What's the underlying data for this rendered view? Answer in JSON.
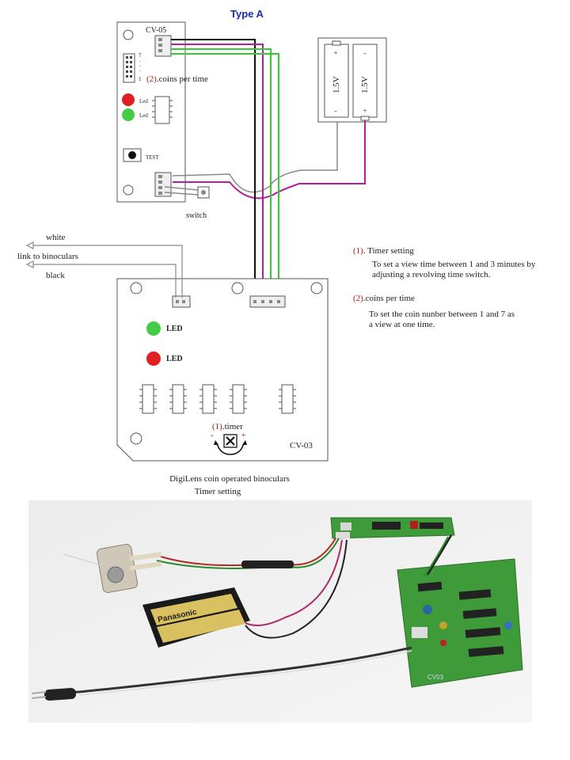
{
  "diagram": {
    "title": "Type A",
    "board_top_label": "CV-05",
    "board_bottom_label": "CV-03",
    "dip_numbers": [
      "7",
      "1"
    ],
    "coins_label_num": "(2)",
    "coins_label_text": ".coins per time",
    "led_small_1": "Led",
    "led_small_2": "Led",
    "test_label": "TEST",
    "switch_label": "switch",
    "battery_1": "1.5V",
    "battery_2": "1.5V",
    "plus": "+",
    "minus": "-",
    "white_label": "white",
    "link_label": "link to binoculars",
    "black_label": "black",
    "led_green_label": "LED",
    "led_red_label": "LED",
    "timer_num": "(1)",
    "timer_text": ".timer",
    "timer_minus": "-",
    "timer_plus": "+",
    "caption_line1": "DigiLens coin operated binoculars",
    "caption_line2": "Timer setting"
  },
  "notes": {
    "n1_num": "(1)",
    "n1_title": ". Timer setting",
    "n1_line1": "To set a view time between 1 and 3 minutes by",
    "n1_line2": "adjusting a revolving time switch.",
    "n2_num": "(2)",
    "n2_title": ".coins per time",
    "n2_line1": "To set the coin nunber between 1 and 7 as",
    "n2_line2": "a view at one time."
  },
  "photo": {
    "battery_brand": "Panasonic",
    "board_label": "CV03"
  },
  "colors": {
    "wire_black": "#111111",
    "wire_purple": "#b0209a",
    "wire_green": "#33cc33",
    "wire_grey": "#8a8a8a",
    "led_green": "#44cc44",
    "led_red": "#e02020",
    "title_blue": "#1a2bb0",
    "note_red": "#b01a1a",
    "pcb_green": "#3f9a3a"
  }
}
